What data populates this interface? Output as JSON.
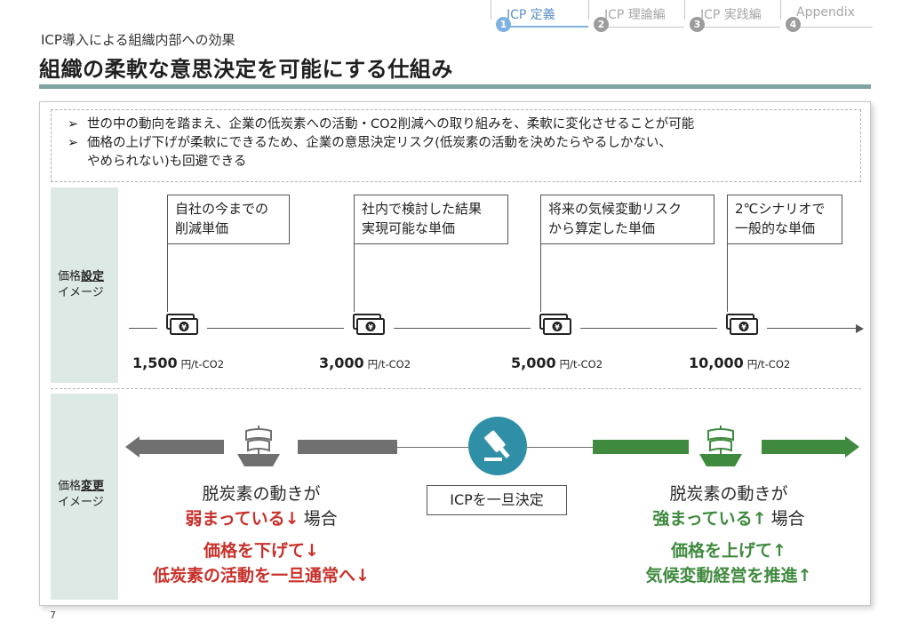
{
  "nav": {
    "steps": [
      {
        "num": "1",
        "label": "ICP 定義"
      },
      {
        "num": "2",
        "label": "ICP 理論編"
      },
      {
        "num": "3",
        "label": "ICP 実践編"
      },
      {
        "num": "4",
        "label": "Appendix"
      }
    ],
    "active_index": 0
  },
  "header": {
    "subtitle": "ICP導入による組織内部への効果",
    "title": "組織の柔軟な意思決定を可能にする仕組み"
  },
  "bullets": {
    "mark": "➢",
    "item1": "世の中の動向を踏まえ、企業の低炭素への活動・CO2削減への取り組みを、柔軟に変化させることが可能",
    "item2_line1": "価格の上げ下げが柔軟にできるため、企業の意思決定リスク(低炭素の活動を決めたらやるしかない、",
    "item2_line2": "やめられない)も回避できる"
  },
  "setting": {
    "label_pre": "価格",
    "label_emph": "設定",
    "label_line2": "イメージ",
    "points": [
      {
        "note_line1": "自社の今までの",
        "note_line2": "削減単価",
        "price": "1,500",
        "unit": "円/t-CO2"
      },
      {
        "note_line1": "社内で検討した結果",
        "note_line2": "実現可能な単価",
        "price": "3,000",
        "unit": "円/t-CO2"
      },
      {
        "note_line1": "将来の気候変動リスク",
        "note_line2": "から算定した単価",
        "price": "5,000",
        "unit": "円/t-CO2"
      },
      {
        "note_line1": "2℃シナリオで",
        "note_line2": "一般的な単価",
        "price": "10,000",
        "unit": "円/t-CO2"
      }
    ]
  },
  "change": {
    "label_pre": "価格",
    "label_emph": "変更",
    "label_line2": "イメージ",
    "decide_label": "ICPを一旦決定",
    "left": {
      "line1": "脱炭素の動きが",
      "line2_emph": "弱まっている↓",
      "line2_rest": "場合",
      "action1": "価格を下げて↓",
      "action2": "低炭素の活動を一旦通常へ↓"
    },
    "right": {
      "line1": "脱炭素の動きが",
      "line2_emph": "強まっている↑",
      "line2_rest": "場合",
      "action1": "価格を上げて↑",
      "action2": "気候変動経営を推進↑"
    }
  },
  "colors": {
    "accent_teal": "#7ea3a1",
    "band_bg": "#dde9e4",
    "red": "#c8312b",
    "green": "#3f8a3f",
    "gavel_blue": "#2f8fa7",
    "nav_active": "#5b8fc9"
  },
  "icons": {
    "money": "money-bill-yen-icon",
    "ship": "sailing-ship-icon",
    "gavel": "gavel-icon"
  },
  "page": {
    "number": "7"
  }
}
